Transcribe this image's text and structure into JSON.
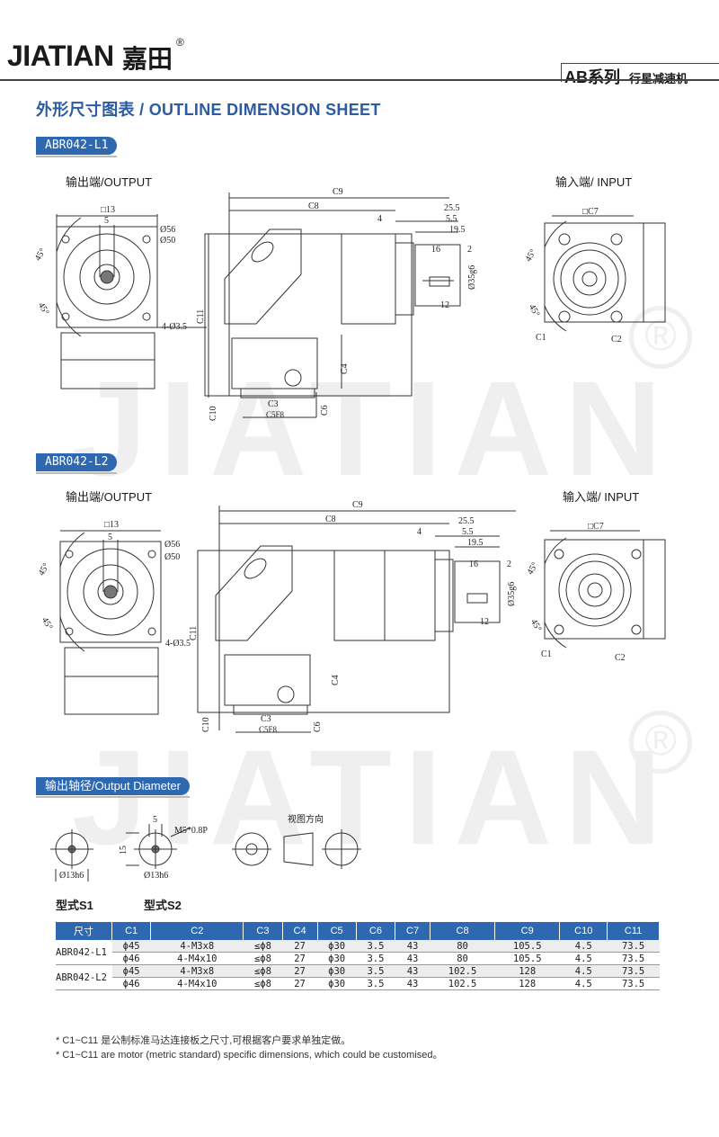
{
  "brand": {
    "name": "JIATIAN",
    "name_cn": "嘉田",
    "reg": "®"
  },
  "series": {
    "code": "AB系列",
    "desc": "行星减速机"
  },
  "section_title": "外形尺寸图表 / OUTLINE DIMENSION SHEET",
  "watermark": "JIATIAN",
  "watermark_reg": "®",
  "models": [
    {
      "tag": "ABR042-L1",
      "output_label": "输出端/OUTPUT",
      "input_label": "输入端/ INPUT"
    },
    {
      "tag": "ABR042-L2",
      "output_label": "输出端/OUTPUT",
      "input_label": "输入端/ INPUT"
    }
  ],
  "dims": {
    "sq": "□13",
    "five": "5",
    "d56": "Ø56",
    "d50": "Ø50",
    "holes": "4-Ø3.5",
    "deg": "45°",
    "c9": "C9",
    "c8": "C8",
    "c11": "C11",
    "c10": "C10",
    "c3": "C3",
    "c5": "C5F8",
    "c6": "C6",
    "c4": "C4",
    "v255": "25.5",
    "v4": "4",
    "v55": "5.5",
    "v195": "19.5",
    "v16": "16",
    "v2": "2",
    "v12": "12",
    "d35": "Ø35g6",
    "c7": "□C7",
    "c1": "C1",
    "c2": "C2"
  },
  "output_diameter": {
    "tag": "输出轴径/Output Diameter",
    "view_dir": "视图方向",
    "s1_dim": "Ø13h6",
    "s2_dim": "Ø13h6",
    "s2_top": "5",
    "s2_side": "15",
    "s2_thread": "M5*0.8P",
    "type_s1": "型式S1",
    "type_s2": "型式S2"
  },
  "table": {
    "headers": [
      "尺寸",
      "C1",
      "C2",
      "C3",
      "C4",
      "C5",
      "C6",
      "C7",
      "C8",
      "C9",
      "C10",
      "C11"
    ],
    "rows": [
      {
        "model": "ABR042-L1",
        "cells": [
          "ϕ45",
          "4-M3x8",
          "≤ϕ8",
          "27",
          "ϕ30",
          "3.5",
          "43",
          "80",
          "105.5",
          "4.5",
          "73.5"
        ]
      },
      {
        "model": "",
        "cells": [
          "ϕ46",
          "4-M4x10",
          "≤ϕ8",
          "27",
          "ϕ30",
          "3.5",
          "43",
          "80",
          "105.5",
          "4.5",
          "73.5"
        ]
      },
      {
        "model": "ABR042-L2",
        "cells": [
          "ϕ45",
          "4-M3x8",
          "≤ϕ8",
          "27",
          "ϕ30",
          "3.5",
          "43",
          "102.5",
          "128",
          "4.5",
          "73.5"
        ]
      },
      {
        "model": "",
        "cells": [
          "ϕ46",
          "4-M4x10",
          "≤ϕ8",
          "27",
          "ϕ30",
          "3.5",
          "43",
          "102.5",
          "128",
          "4.5",
          "73.5"
        ]
      }
    ]
  },
  "notes": [
    "* C1~C11 是公制标准马达连接板之尺寸,可根据客户要求单独定做。",
    "* C1~C11 are motor (metric standard) specific dimensions, which could be customised。"
  ]
}
